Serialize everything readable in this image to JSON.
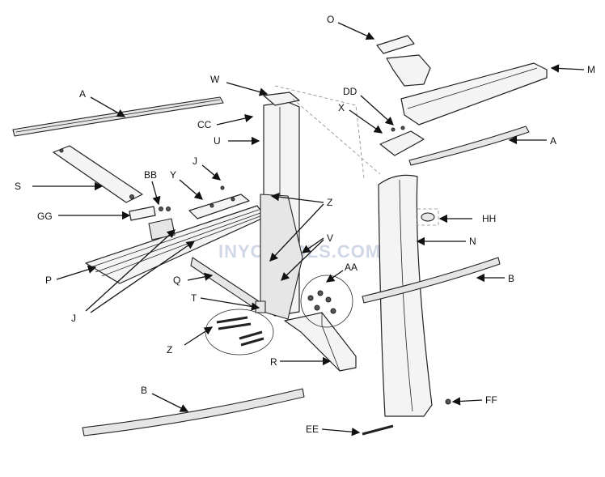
{
  "callouts": {
    "A1": "A",
    "A2": "A",
    "B1": "B",
    "B2": "B",
    "O": "O",
    "M": "M",
    "W": "W",
    "CC": "CC",
    "U": "U",
    "DD": "DD",
    "X": "X",
    "J1": "J",
    "J2": "J",
    "Y": "Y",
    "S": "S",
    "BB": "BB",
    "GG": "GG",
    "P": "P",
    "Z1": "Z",
    "Z2": "Z",
    "V": "V",
    "AA": "AA",
    "HH": "HH",
    "N": "N",
    "Q": "Q",
    "T": "T",
    "R": "R",
    "FF": "FF",
    "EE": "EE"
  },
  "watermark": "INYOPOOLS.COM",
  "colors": {
    "line": "#222222",
    "fill": "#f4f4f4",
    "watermark": "#d0d7e6"
  }
}
